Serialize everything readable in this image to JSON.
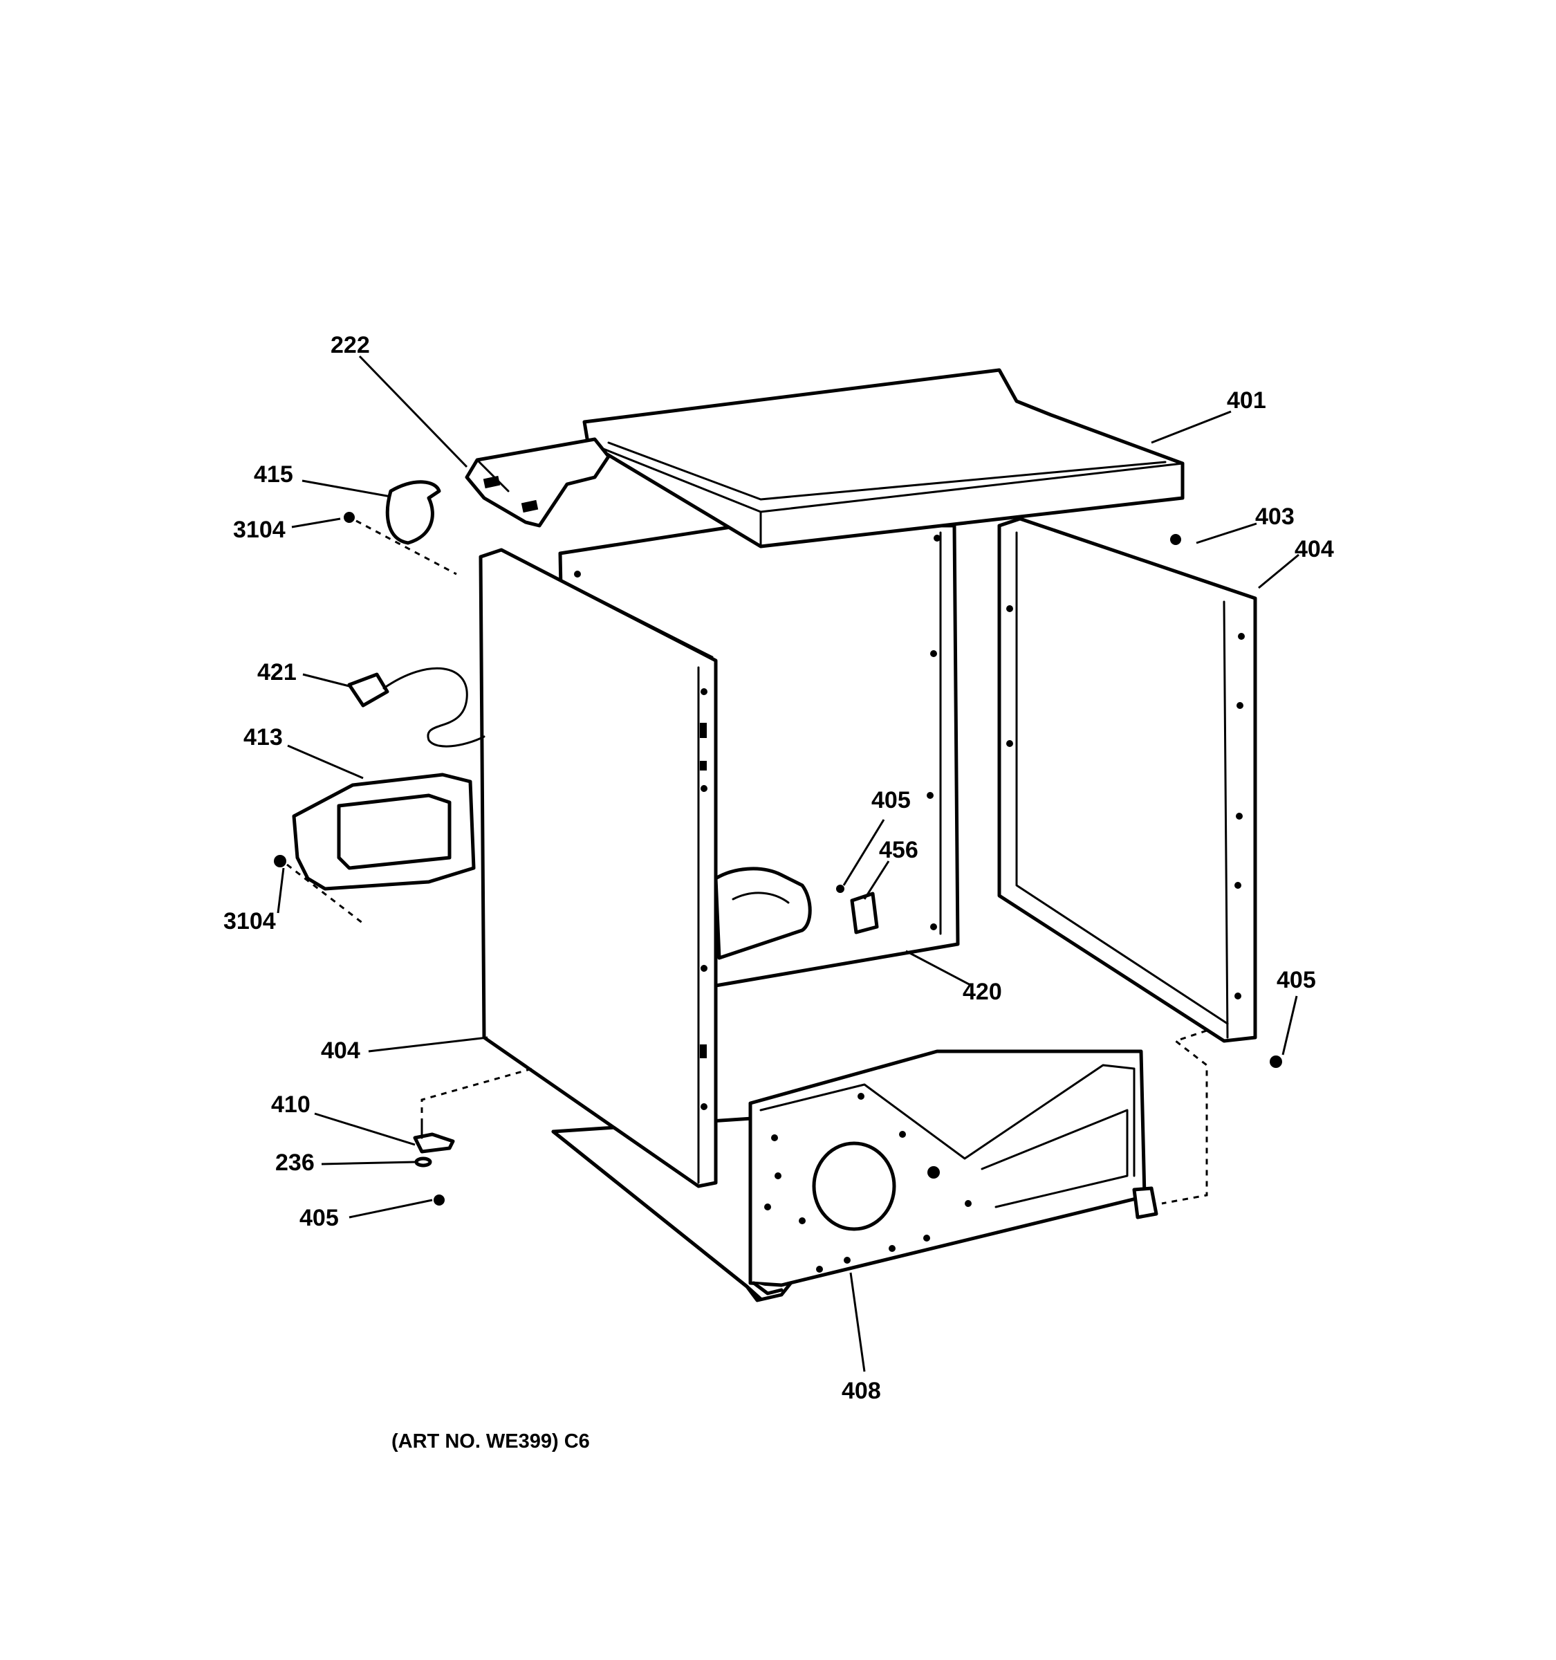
{
  "diagram": {
    "caption": "(ART NO. WE399) C6",
    "callouts": {
      "c222": "222",
      "c401": "401",
      "c415": "415",
      "c3104_top": "3104",
      "c403": "403",
      "c404_right": "404",
      "c421": "421",
      "c413": "413",
      "c405_mid": "405",
      "c456": "456",
      "c3104_bottom": "3104",
      "c420": "420",
      "c405_right": "405",
      "c404_left": "404",
      "c410": "410",
      "c236": "236",
      "c405_bottom": "405",
      "c408": "408"
    },
    "colors": {
      "ink": "#000000",
      "paper": "#ffffff"
    }
  }
}
